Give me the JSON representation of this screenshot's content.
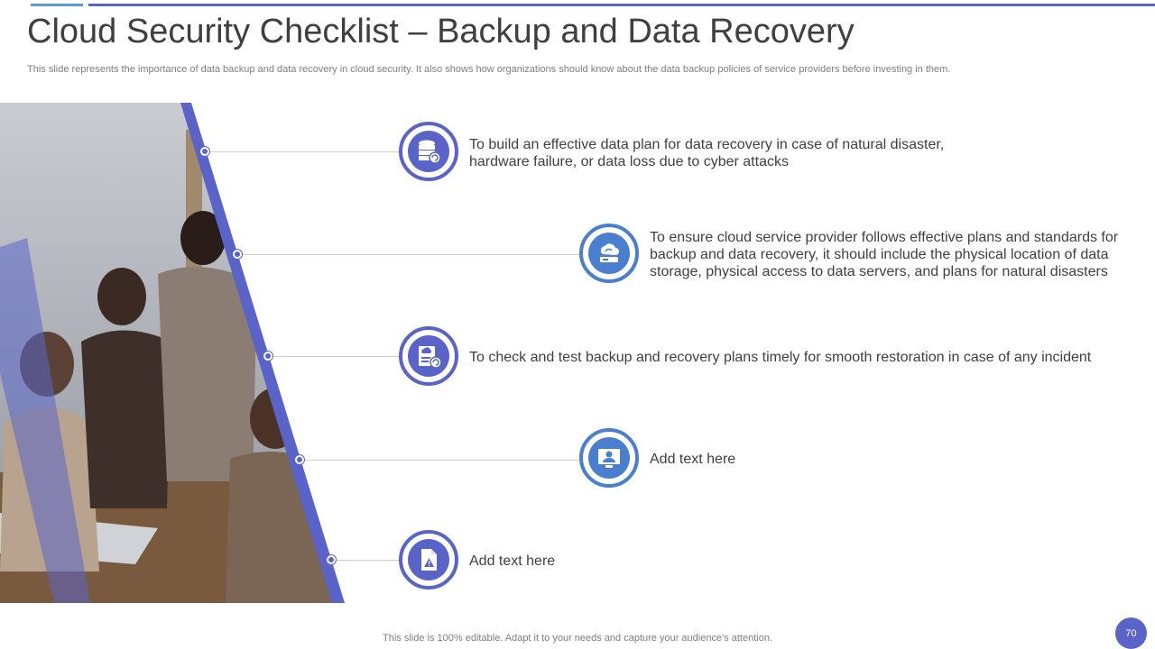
{
  "slide": {
    "title": "Cloud Security Checklist – Backup and Data Recovery",
    "subtitle": "This slide represents the importance of data backup and data recovery in cloud security. It also shows how organizations should know about the data backup policies of service providers before investing in them.",
    "footer_note": "This slide is 100% editable. Adapt it to your needs and capture your audience's attention.",
    "page_number": "70"
  },
  "items": [
    {
      "icon": "database-backup-icon",
      "text": "To build an effective data plan for data recovery in case of natural disaster, hardware failure, or data loss due to cyber attacks"
    },
    {
      "icon": "cloud-sync-server-icon",
      "text": "To ensure cloud service provider follows effective plans and standards for backup and data recovery, it should include the physical location of data storage, physical access to data servers, and plans for natural disasters"
    },
    {
      "icon": "cloud-document-restore-icon",
      "text": "To check and test backup and recovery plans timely for smooth restoration in case of any incident"
    },
    {
      "icon": "monitor-user-icon",
      "text": "Add text here"
    },
    {
      "icon": "file-warning-icon",
      "text": "Add text here"
    }
  ],
  "colors": {
    "accent": "#5a64c8",
    "accent_blue": "#4a7fd0",
    "top_bar_light": "#5b9bd5"
  }
}
